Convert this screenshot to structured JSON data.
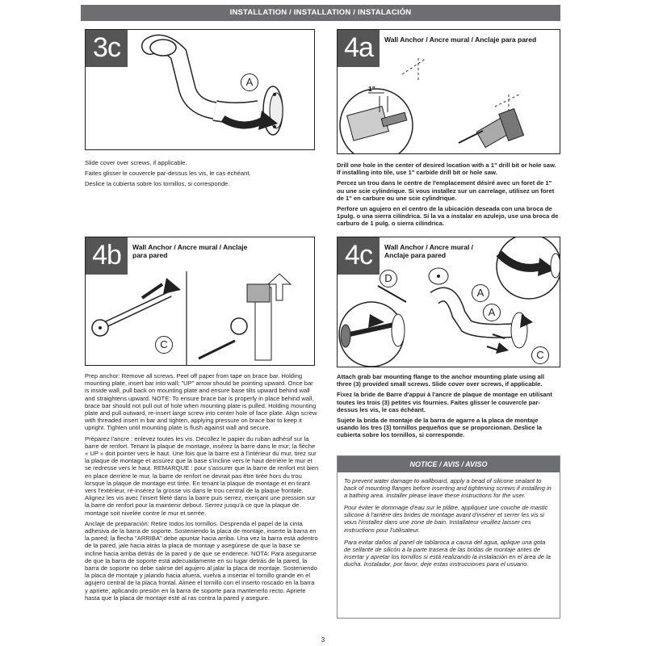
{
  "header": {
    "title": "INSTALLATION / INSTALLATION / INSTALACIÓN"
  },
  "step3c": {
    "badge": "3c",
    "label_a": "A",
    "text": [
      "Slide cover over screws, if applicable.",
      "Faites glisser le couvercle par-dessus les vis, le cas échéant.",
      "Deslice la cubierta sobre los tornillos, si corresponde."
    ]
  },
  "step4a": {
    "badge": "4a",
    "title": "Wall Anchor / Ancre mural  /  Anclaje para pared",
    "dim_label": "1\"",
    "text": [
      "Drill one hole in the center of desired location with a 1\" drill bit or hole saw. If installing into tile, use 1\" carbide drill bit or hole saw.",
      "Percez un trou dans le centre de l'emplacement désiré avec un foret de 1\" ou une scie cylindrique. Si vous installez sur un carrelage, utilisez un foret de 1\" en carbure ou une scie cylindrique.",
      "Perfore un agujero en el centro de la ubicación deseada con una broca de 1pulg. o una sierra cilíndrica. Si la va a instalar en azulejo, use una broca de carburo de 1 pulg. o sierra cilíndrica."
    ]
  },
  "step4b": {
    "badge": "4b",
    "title": "Wall Anchor / Ancre mural  / Anclaje para pared",
    "label_c": "C",
    "text": [
      "Prep anchor: Remove all screws. Peel off paper from tape on brace bar. Holding mounting plate, insert bar into wall; \"UP\" arrow should be pointing upward. Once bar is inside wall, pull back on mounting plate and ensure base tilts upward behind wall and straightens upward. NOTE: To ensure brace bar is properly in place behind wall, brace bar should not pull out of hole when mounting plate is pulled. Holding mounting plate and pull outward, re-insert large screw into center hole of face plate. Align screw with threaded insert in bar and tighten, applying pressure on brace bar to keep it upright. Tighten until mounting plate is flush against wall and secure.",
      "Préparez l'ancre : enlevez toutes les vis. Décollez le papier du ruban adhésif sur la barre de renfort. Tenant la plaque de montage, insérez la barre dans le mur; la flèche « UP » doit pointer vers le haut. Une fois que la barre est à l'intérieur du mur, tirez sur la plaque de montage et assurez que la base s'incline vers le haut derrière le mur et se redresse vers le haut. REMARQUE : pour s'assurer que la barre de renfort est bien en place derrière le mur, la barre de renfort ne devrait pas être tirée hors du trou lorsque la plaque de montage est tirée. En tenant la plaque de montage et en tirant vers l'extérieur, ré-insérez la grosse vis dans le trou central de la plaque frontale. Alignez les vis avec l'insert fileté dans la barre puis serrez, exerçant une pression sur la barre de renfort pour la maintenir debout. Serrez jusqu'à ce que la plaque de montage soit nivelée contre le mur et serrée.",
      "Anclaje de preparación: Retire todos los tornillos. Desprenda el papel de la cinta adhesiva de la barra de soporte. Sosteniendo la placa de montaje, inserte la barra en la pared; la flecha \"ARRIBA\" debe apuntar hacia arriba. Una vez la barra está adentro de la pared, jale hacia atrás la placa de montaje y asegúrese de que la base se incline hacia arriba detrás de la pared y de que se enderece. NOTA: Para asegurarse de que la barra de soporte está adecuadamente en su lugar detrás de la pared, la barra de soporte no debe salirse del agujero al jalar la placa de montaje. Sosteniendo la placa de montaje y jalando hacia afuera, vuelva a insertar el tornillo grande en el agujero central de la placa frontal. Alinee el tornillo con el inserto roscado en la barra y apriete, aplicando presión en la barra de soporte para mantenerlo recto. Apriete hasta que la placa de montaje esté al ras contra la pared y asegure."
    ]
  },
  "step4c": {
    "badge": "4c",
    "title": "Wall Anchor / Ancre mural  / Anclaje para pared",
    "labels": [
      "D",
      "A",
      "A",
      "C"
    ],
    "text": [
      "Attach grab bar mounting flange to the anchor mounting plate using all three (3) provided small screws. Slide cover over screws, if applicable.",
      "Fixez la bride de Barre d'appui à l'ancre de plaque de montage en utilisant toutes les trois (3) petites vis fournies. Faites glisser le couvercle par-dessus les vis, le cas échéant.",
      "Sujete la brida de montaje de la barra de agarre a la placa de montaje usando los tres (3) tornillos pequeños que se proporcionan. Deslice la cubierta sobre los tornillos, si corresponde."
    ]
  },
  "notice": {
    "title": "NOTICE / AVIS / AVISO",
    "paragraphs": [
      "To prevent water damage to wallboard, apply a bead of silicone sealant to back of mounting flanges before inserting and tightening screws if installing in a bathing area. Installer please leave these instructions for the user.",
      "Pour éviter le dommage d'eau sur le plâtre, appliquez une couche de mastic silicone à l'arrière des brides de montage avant d'insérer et serrer les vis si vous l'installez dans une zone de bain. Installateur veuillez laisser ces instructions pour l'utilisateur.",
      "Para evitar daños al panel de tablaroca a causa del agua, aplique una gota de sellante de silicón a la parte trasera de las bridas de montaje antes de insertar y apretar los tornillos si está realizando la instalación en el área de la ducha. Instalador, por favor, deje estas instrucciones para el usuario."
    ]
  },
  "page_number": "3"
}
